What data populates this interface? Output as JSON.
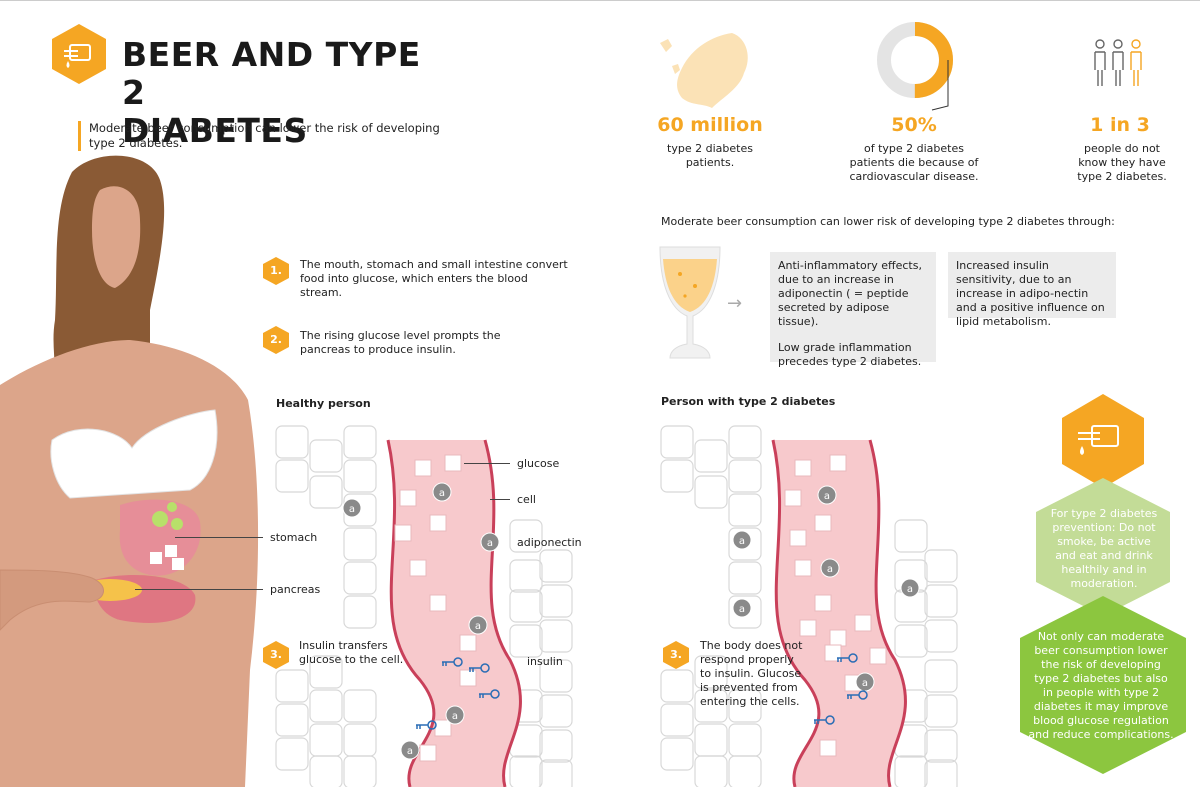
{
  "header": {
    "title_line1": "BEER AND TYPE 2",
    "title_line2": "DIABETES",
    "intro": "Moderate beer consumption can lower the risk of developing type 2 diabetes."
  },
  "stats": [
    {
      "value": "60 million",
      "text": "type 2 diabetes patients."
    },
    {
      "value": "50%",
      "text": "of type 2 diabetes patients die because of cardiovascular disease."
    },
    {
      "value": "1 in 3",
      "text": "people do not know they have type 2 diabetes."
    }
  ],
  "donut_fraction": 0.5,
  "people_icons": {
    "total": 3,
    "highlighted": 1
  },
  "steps": [
    {
      "num": "1.",
      "text": "The mouth, stomach and small intestine convert food into glucose, which enters the blood stream."
    },
    {
      "num": "2.",
      "text": "The rising glucose level prompts the pancreas to produce insulin."
    }
  ],
  "healthy": {
    "title": "Healthy person",
    "step_num": "3.",
    "step_text": "Insulin transfers glucose to the cell."
  },
  "diabetic": {
    "title": "Person with type 2 diabetes",
    "step_num": "3.",
    "step_text": "The body does not respond properly to insulin. Glucose is prevented from entering the cells."
  },
  "labels": {
    "stomach": "stomach",
    "pancreas": "pancreas",
    "glucose": "glucose",
    "cell": "cell",
    "adiponectin": "adiponectin",
    "insulin": "insulin",
    "adiponectin_glyph": "a"
  },
  "mechanisms": {
    "intro": "Moderate beer consumption can lower risk of developing type 2 diabetes through:",
    "box1_p1": "Anti-inflammatory effects, due to an increase in adiponectin ( = peptide secreted by adipose tissue).",
    "box1_p2": "Low grade inflammation precedes type 2 diabetes.",
    "box2": "Increased insulin sensitivity, due to an increase in adipo-nectin and a positive influence on lipid metabolism."
  },
  "tips": {
    "tip1": "For type 2 diabetes prevention: Do not smoke, be active and eat and drink healthily and in moderation.",
    "tip2": "Not only can moderate beer consumption lower the risk of developing type 2 diabetes but also in people with type 2 diabetes it may improve blood glucose regulation and reduce complications."
  },
  "colors": {
    "orange": "#f5a623",
    "dark_red": "#c9405a",
    "vessel": "#f7c9cc",
    "skin": "#dca58a",
    "hair": "#8a5a35",
    "green_light": "#c3dc97",
    "green_dark": "#8cc63f",
    "gray_box": "#ececec"
  }
}
